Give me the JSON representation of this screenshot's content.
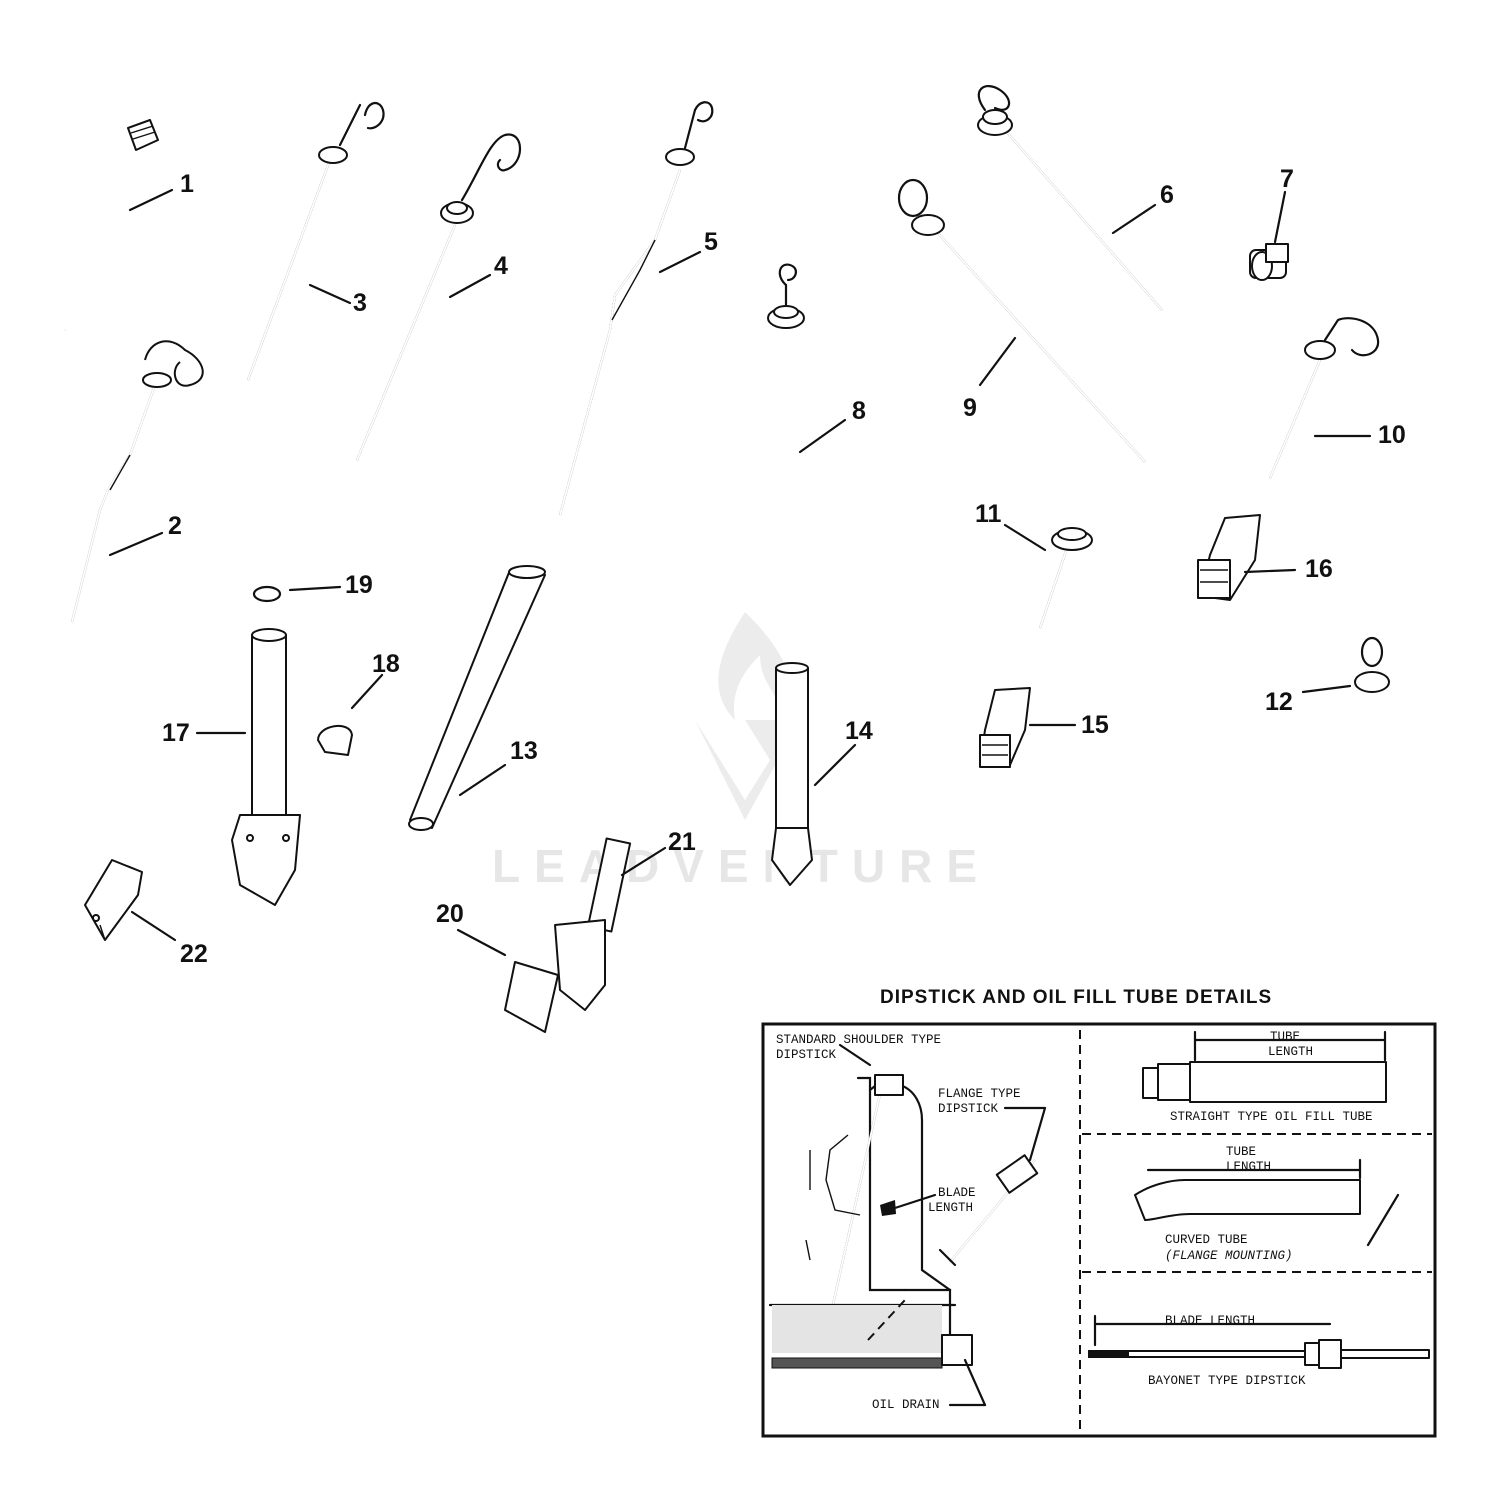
{
  "callouts": [
    "1",
    "2",
    "3",
    "4",
    "5",
    "6",
    "7",
    "8",
    "9",
    "10",
    "11",
    "12",
    "13",
    "14",
    "15",
    "16",
    "17",
    "18",
    "19",
    "20",
    "21",
    "22"
  ],
  "watermark": "LEADVENTURE",
  "detail": {
    "title": "DIPSTICK AND OIL FILL TUBE DETAILS",
    "standard_shoulder": [
      "STANDARD SHOULDER TYPE",
      "DIPSTICK"
    ],
    "flange_type": [
      "FLANGE TYPE",
      "DIPSTICK"
    ],
    "blade_length_left": [
      "BLADE",
      "LENGTH"
    ],
    "oil_drain": "OIL DRAIN",
    "tube_length_1": [
      "TUBE",
      "LENGTH"
    ],
    "straight_tube": "STRAIGHT TYPE OIL FILL TUBE",
    "tube_length_2": [
      "TUBE",
      "LENGTH"
    ],
    "curved_tube": "CURVED TUBE",
    "flange_mounting": "(FLANGE MOUNTING)",
    "blade_length_bottom": "BLADE LENGTH",
    "bayonet": "BAYONET TYPE DIPSTICK"
  }
}
